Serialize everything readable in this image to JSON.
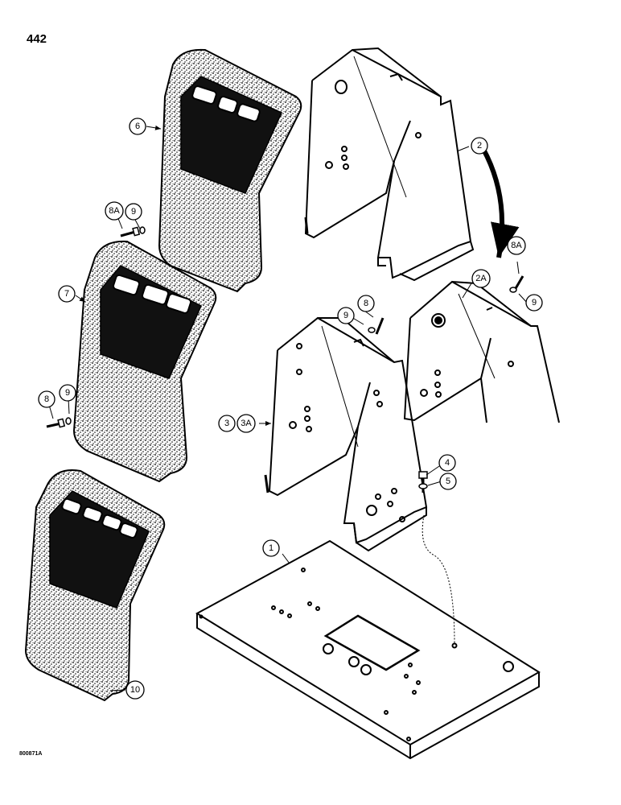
{
  "page_number": "442",
  "figure_code": "800871A",
  "callouts": {
    "c1": "1",
    "c2": "2",
    "c2a": "2A",
    "c3": "3",
    "c3a": "3A",
    "c4": "4",
    "c5": "5",
    "c6": "6",
    "c7": "7",
    "c8a_top": "8A",
    "c9_top": "9",
    "c8_left": "8",
    "c9_left": "9",
    "c9_mid": "9",
    "c8_mid": "8",
    "c8a_right": "8A",
    "c9_right": "9",
    "c10": "10"
  }
}
